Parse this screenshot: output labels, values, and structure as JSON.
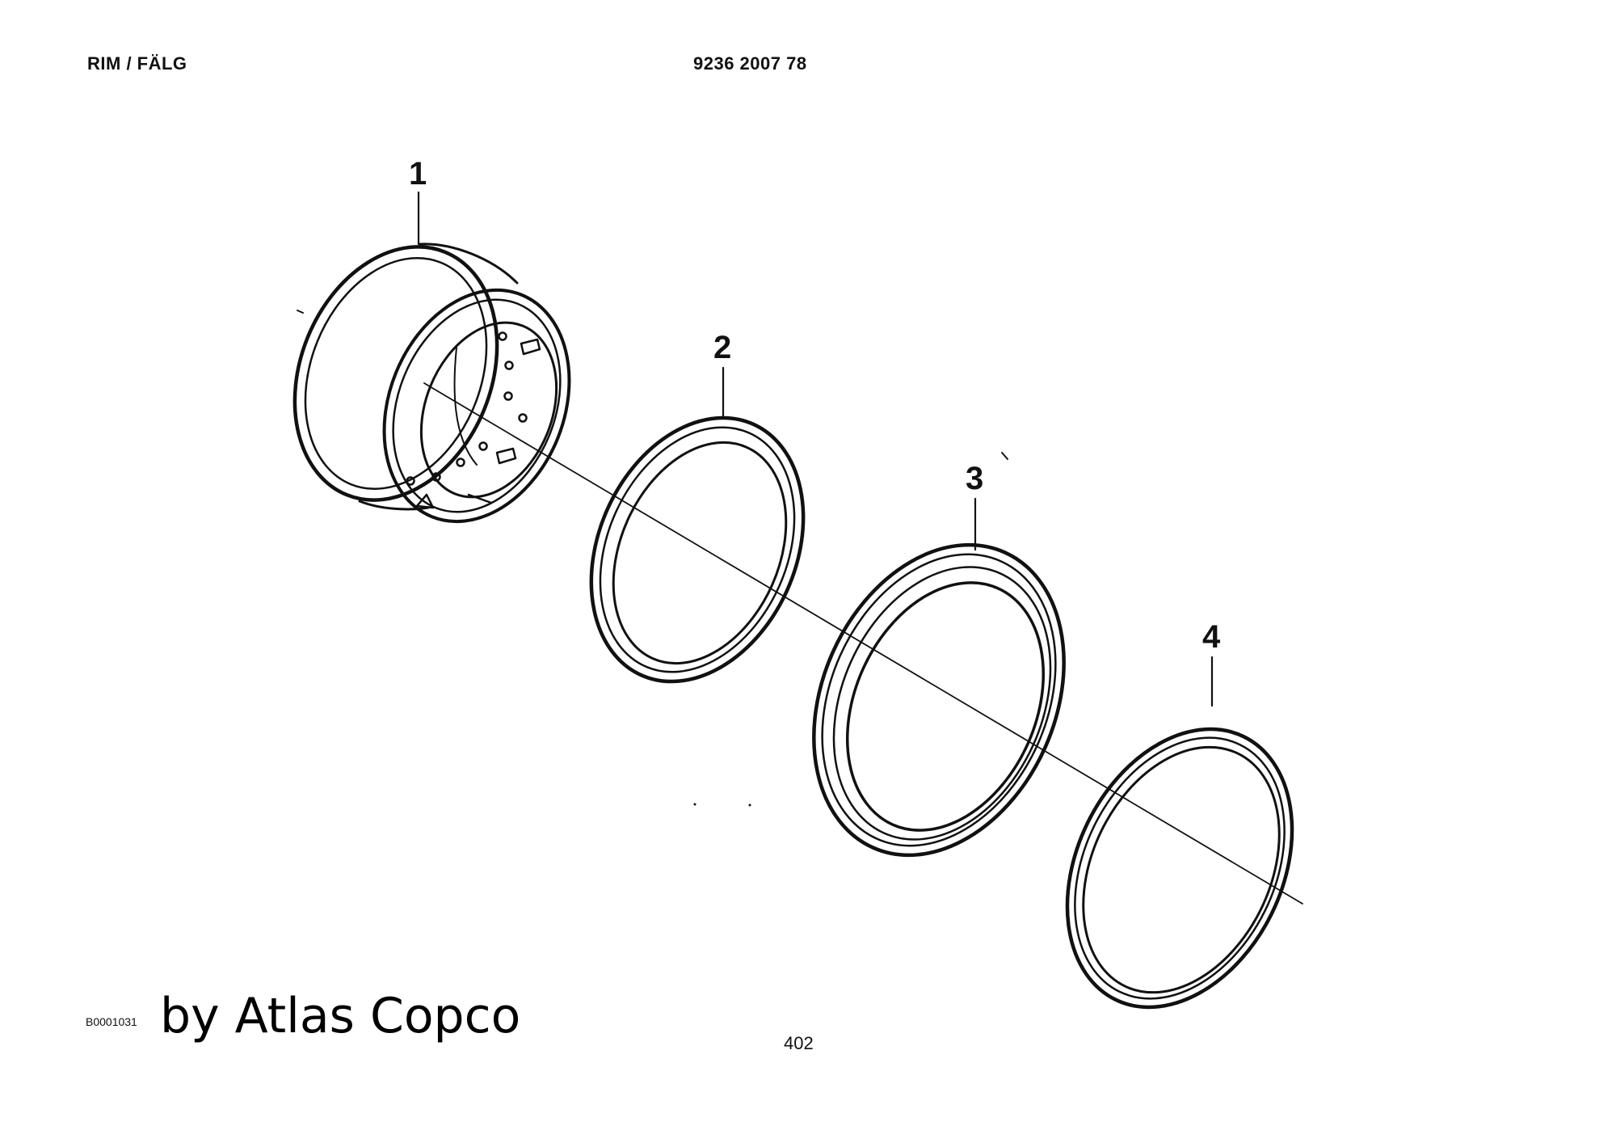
{
  "header": {
    "title": "RIM / FÄLG",
    "part_number": "9236 2007 78"
  },
  "parts": [
    {
      "callout": "1",
      "name": "rim-wheel"
    },
    {
      "callout": "2",
      "name": "ring-2"
    },
    {
      "callout": "3",
      "name": "ring-3"
    },
    {
      "callout": "4",
      "name": "ring-4"
    }
  ],
  "footer": {
    "reference_code": "B0001031",
    "brand_text": "by Atlas Copco",
    "page_number": "402"
  },
  "colors": {
    "line": "#111111",
    "background": "#ffffff"
  }
}
